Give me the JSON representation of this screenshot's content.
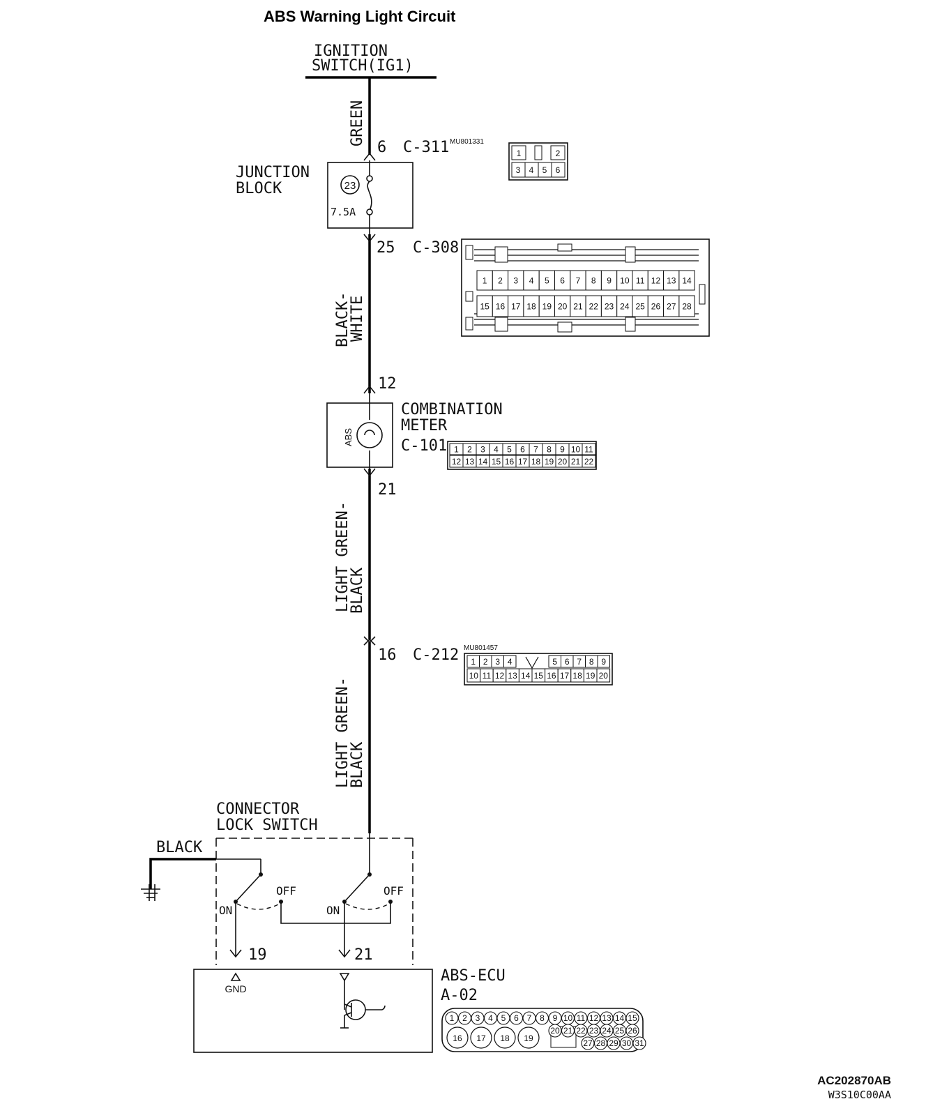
{
  "title": "ABS Warning Light Circuit",
  "ignition": {
    "line1": "IGNITION",
    "line2": "SWITCH(IG1)"
  },
  "wires": {
    "green": "GREEN",
    "black_white_1": "BLACK-",
    "black_white_2": "WHITE",
    "lgb_a_1": "LIGHT GREEN-",
    "lgb_a_2": "BLACK",
    "lgb_b_1": "LIGHT GREEN-",
    "lgb_b_2": "BLACK",
    "ground": "BLACK"
  },
  "c311": {
    "pin": "6",
    "name": "C-311",
    "part": "MU801331",
    "row1": [
      "1",
      "",
      "2"
    ],
    "row2": [
      "3",
      "4",
      "5",
      "6"
    ]
  },
  "junction_block": {
    "line1": "JUNCTION",
    "line2": "BLOCK",
    "fuse_no": "23",
    "rating": "7.5A"
  },
  "c308": {
    "pin": "25",
    "name": "C-308",
    "row1": [
      "1",
      "2",
      "3",
      "4",
      "5",
      "6",
      "7",
      "8",
      "9",
      "10",
      "11",
      "12",
      "13",
      "14"
    ],
    "row2": [
      "15",
      "16",
      "17",
      "18",
      "19",
      "20",
      "21",
      "22",
      "23",
      "24",
      "25",
      "26",
      "27",
      "28"
    ]
  },
  "meter": {
    "pin_in": "12",
    "pin_out": "21",
    "line1": "COMBINATION",
    "line2": "METER",
    "name": "C-101",
    "lamp": "ABS",
    "row1": [
      "1",
      "2",
      "3",
      "4",
      "5",
      "6",
      "7",
      "8",
      "9",
      "10",
      "11"
    ],
    "row2": [
      "12",
      "13",
      "14",
      "15",
      "16",
      "17",
      "18",
      "19",
      "20",
      "21",
      "22"
    ]
  },
  "c212": {
    "pin": "16",
    "name": "C-212",
    "part": "MU801457",
    "row1": [
      "1",
      "2",
      "3",
      "4",
      "",
      "5",
      "6",
      "7",
      "8",
      "9"
    ],
    "row2": [
      "10",
      "11",
      "12",
      "13",
      "14",
      "15",
      "16",
      "17",
      "18",
      "19",
      "20"
    ]
  },
  "lock_switch": {
    "line1": "CONNECTOR",
    "line2": "LOCK SWITCH",
    "on": "ON",
    "off": "OFF",
    "pin_gnd": "19",
    "pin_sig": "21"
  },
  "ecu": {
    "line1": "ABS-ECU",
    "line2": "A-02",
    "gnd": "GND",
    "row1": [
      "1",
      "2",
      "3",
      "4",
      "5",
      "6",
      "7",
      "8",
      "9",
      "10",
      "11",
      "12",
      "13",
      "14",
      "15"
    ],
    "big": [
      "16",
      "17",
      "18",
      "19"
    ],
    "row2": [
      "20",
      "21",
      "22",
      "23",
      "24",
      "25",
      "26"
    ],
    "row3": [
      "27",
      "28",
      "29",
      "30",
      "31"
    ]
  },
  "footer": {
    "code1": "AC202870AB",
    "code2": "W3S10C00AA"
  }
}
